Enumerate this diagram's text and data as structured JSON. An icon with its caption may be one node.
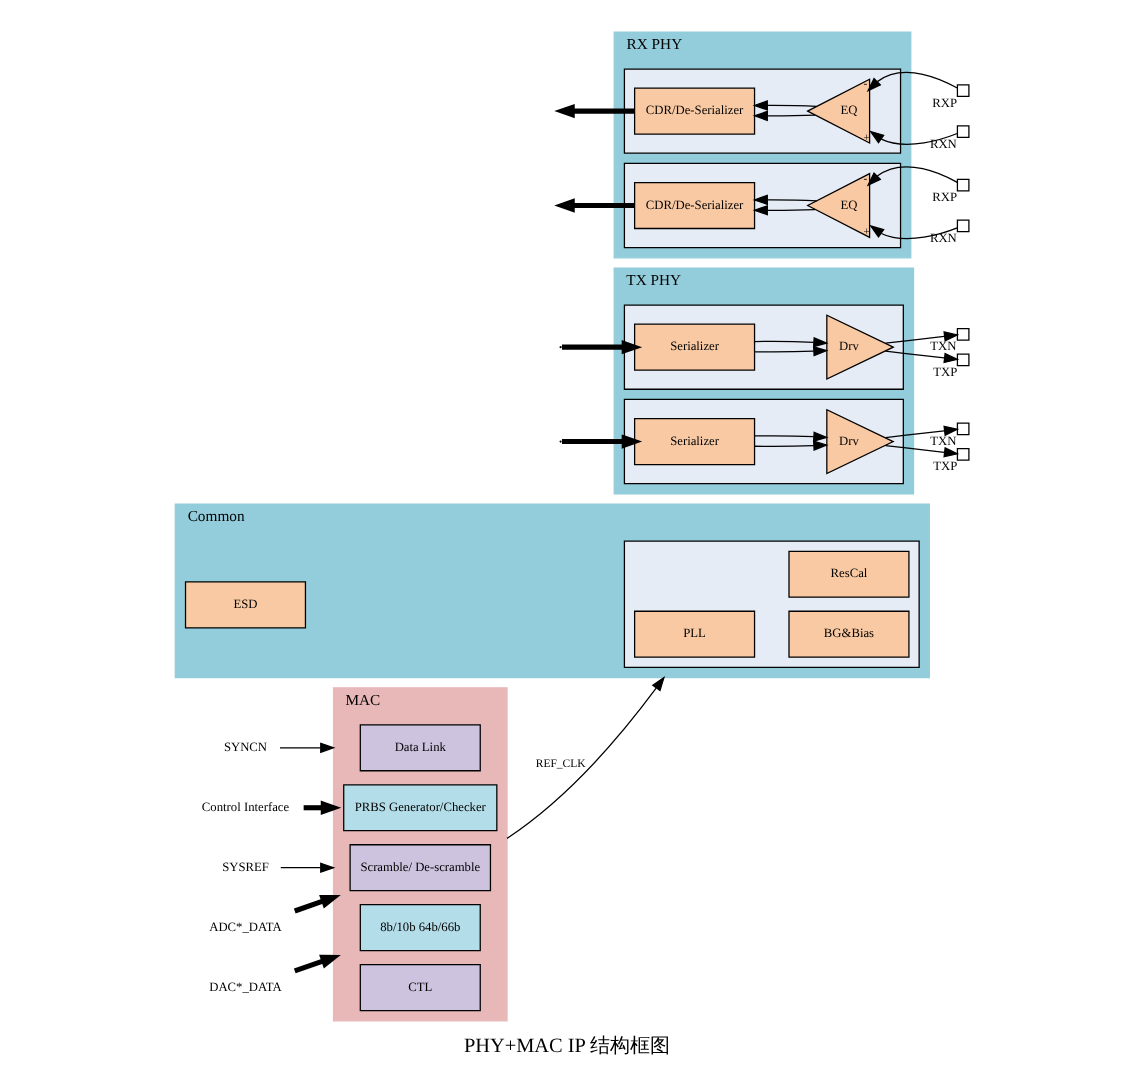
{
  "diagram": {
    "caption": "PHY+MAC IP 结构框图",
    "nodes": [
      {
        "text": [
          "MAC"
        ]
      },
      {
        "text": [
          "PRBS Generator/Checker"
        ],
        "in": 0
      },
      {
        "text": [
          "8b/10b 64b/66b"
        ],
        "in": 0
      },
      {
        "text": [
          "Scramble/ De-scramble"
        ],
        "in": 0
      },
      {
        "text": [
          "Data Link"
        ],
        "in": 0
      },
      {
        "text": [
          "CTL"
        ],
        "in": 0
      },
      {
        "text": [
          "RX PHY"
        ]
      },
      {
        "text": [],
        "shape": "box",
        "in": 6
      },
      {
        "text": [
          "CDR/De-Serializer"
        ],
        "in": 7
      },
      {
        "text": [
          "EQ"
        ],
        "in": 7
      },
      {
        "text": [],
        "shape": "box",
        "in": 6
      },
      {
        "text": [
          "CDR/De-Serializer"
        ],
        "in": 10
      },
      {
        "text": [
          "EQ"
        ],
        "in": 10
      },
      {
        "text": [
          "Common"
        ]
      },
      {
        "text": [],
        "shape": "box",
        "in": 13
      },
      {
        "text": [
          "PLL"
        ],
        "in": 14
      },
      {
        "text": [
          "ResCal"
        ],
        "in": 14
      },
      {
        "text": [
          "BG&Bias"
        ],
        "in": 14
      },
      {
        "text": [
          "ESD"
        ],
        "in": 13
      },
      {
        "text": [
          "TX PHY"
        ]
      },
      {
        "text": [],
        "shape": "box",
        "in": 19
      },
      {
        "text": [
          "Serializer"
        ],
        "in": 20
      },
      {
        "text": [
          "Drv"
        ],
        "in": 20
      },
      {
        "text": [],
        "shape": "box",
        "in": 19
      },
      {
        "text": [
          "Serializer"
        ],
        "in": 23
      },
      {
        "text": [
          "Drv"
        ],
        "in": 23
      },
      {
        "text": [],
        "shape": "box",
        "beside": [
          "RXP"
        ]
      },
      {
        "text": [],
        "shape": "box",
        "beside": [
          "RXN"
        ]
      },
      {
        "text": [],
        "shape": "box",
        "beside": [
          "RXP"
        ]
      },
      {
        "text": [],
        "shape": "box",
        "beside": [
          "RXN"
        ]
      },
      {
        "text": [],
        "shape": "box",
        "beside": [
          "TXP"
        ]
      },
      {
        "text": [],
        "shape": "box",
        "beside": [
          "TXN"
        ]
      },
      {
        "text": [],
        "shape": "box",
        "beside": [
          "TXP"
        ]
      },
      {
        "text": [],
        "shape": "box",
        "beside": [
          "TXN"
        ]
      },
      {
        "text": [
          "Control Interface"
        ]
      },
      {
        "text": [
          "DAC*_DATA"
        ]
      },
      {
        "text": [
          "ADC*_DATA"
        ]
      },
      {
        "text": [
          "SYSREF"
        ]
      },
      {
        "text": [
          "SYNCN"
        ]
      }
    ],
    "edges": [
      {
        "from": 34,
        "to": 0,
        "arrow": "to",
        "style": "thick"
      },
      {
        "from": 35,
        "to": 0,
        "arrow": "to",
        "style": "thick"
      },
      {
        "from": 36,
        "to": 0,
        "arrow": "to",
        "style": "thick"
      },
      {
        "from": 37,
        "to": 0,
        "arrow": "to"
      },
      {
        "from": 38,
        "to": 0,
        "arrow": "to"
      },
      {
        "from": 0,
        "to": 13,
        "arrow": "to",
        "label": "REF_CLK"
      },
      {
        "from": 8,
        "to": null,
        "arrow": "to",
        "style": "thick"
      },
      {
        "from": 11,
        "to": null,
        "arrow": "to",
        "style": "thick"
      },
      {
        "from": 26,
        "to": 9,
        "arrow": "to",
        "label": "-"
      },
      {
        "from": 27,
        "to": 9,
        "arrow": "to",
        "label": "+"
      },
      {
        "from": 9,
        "to": 8,
        "arrow": "to"
      },
      {
        "from": 9,
        "to": 8,
        "arrow": "to"
      },
      {
        "from": 28,
        "to": 12,
        "arrow": "to",
        "label": "-"
      },
      {
        "from": 29,
        "to": 12,
        "arrow": "to",
        "label": "+"
      },
      {
        "from": 12,
        "to": 11,
        "arrow": "to"
      },
      {
        "from": 12,
        "to": 11,
        "arrow": "to"
      },
      {
        "from": null,
        "to": 21,
        "arrow": "to",
        "style": "thick"
      },
      {
        "from": null,
        "to": 24,
        "arrow": "to",
        "style": "thick"
      },
      {
        "from": 21,
        "to": 22,
        "arrow": "to"
      },
      {
        "from": 21,
        "to": 22,
        "arrow": "to"
      },
      {
        "from": 22,
        "to": 30,
        "arrow": "to"
      },
      {
        "from": 22,
        "to": 31,
        "arrow": "to"
      },
      {
        "from": 24,
        "to": 25,
        "arrow": "to"
      },
      {
        "from": 24,
        "to": 25,
        "arrow": "to"
      },
      {
        "from": 25,
        "to": 32,
        "arrow": "to"
      },
      {
        "from": 25,
        "to": 33,
        "arrow": "to"
      }
    ]
  }
}
